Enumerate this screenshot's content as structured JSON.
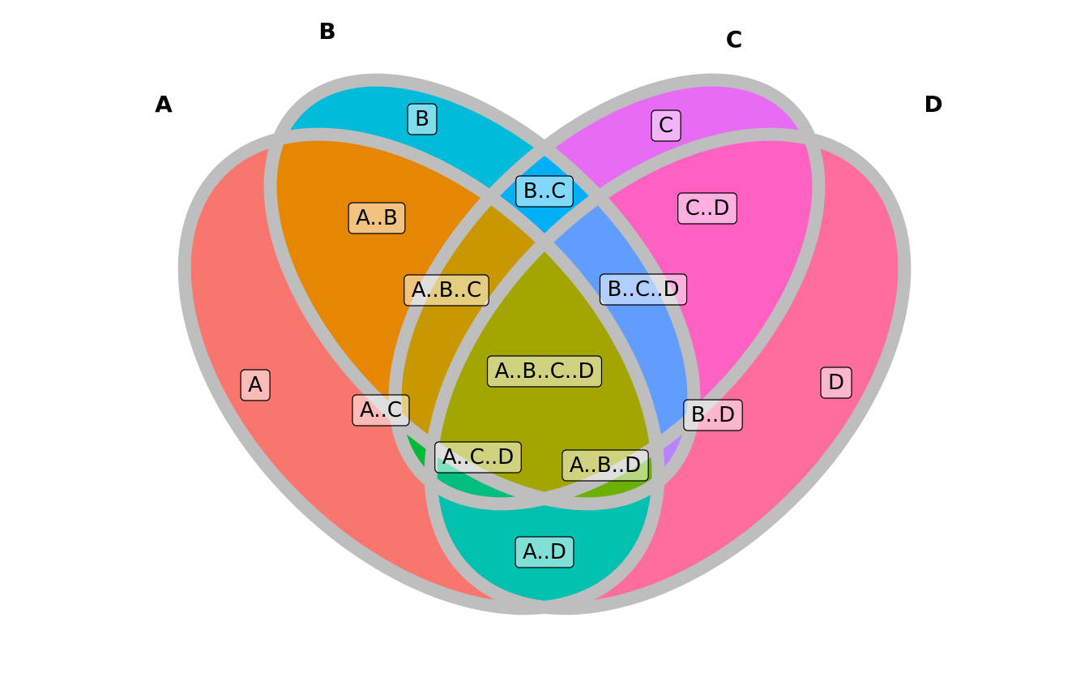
{
  "diagram": {
    "type": "venn-4-set",
    "outline_color": "#BEBEBE",
    "label_fill": "rgba(255,255,255,0.5)",
    "label_border": "#000000",
    "sets": [
      {
        "id": "A",
        "title": "A",
        "color": "#F8766D"
      },
      {
        "id": "B",
        "title": "B",
        "color": "#00BBDA"
      },
      {
        "id": "C",
        "title": "C",
        "color": "#E76BF3"
      },
      {
        "id": "D",
        "title": "D",
        "color": "#FF6C9E"
      }
    ],
    "regions": [
      {
        "id": "A",
        "label": "A",
        "color": "#F8766D"
      },
      {
        "id": "B",
        "label": "B",
        "color": "#00BBDA"
      },
      {
        "id": "C",
        "label": "C",
        "color": "#E76BF3"
      },
      {
        "id": "D",
        "label": "D",
        "color": "#FF6C9E"
      },
      {
        "id": "A..B",
        "label": "A..B",
        "color": "#E58700"
      },
      {
        "id": "B..C",
        "label": "B..C",
        "color": "#00B0F6"
      },
      {
        "id": "C..D",
        "label": "C..D",
        "color": "#FF61C3"
      },
      {
        "id": "A..C",
        "label": "A..C",
        "color": "#00BA38"
      },
      {
        "id": "B..D",
        "label": "B..D",
        "color": "#B983FF"
      },
      {
        "id": "A..D",
        "label": "A..D",
        "color": "#00C0AF"
      },
      {
        "id": "A..B..C",
        "label": "A..B..C",
        "color": "#C99800"
      },
      {
        "id": "B..C..D",
        "label": "B..C..D",
        "color": "#619CFF"
      },
      {
        "id": "A..C..D",
        "label": "A..C..D",
        "color": "#00BF7D"
      },
      {
        "id": "A..B..D",
        "label": "A..B..D",
        "color": "#6BB100"
      },
      {
        "id": "A..B..C..D",
        "label": "A..B..C..D",
        "color": "#A3A500"
      }
    ]
  }
}
